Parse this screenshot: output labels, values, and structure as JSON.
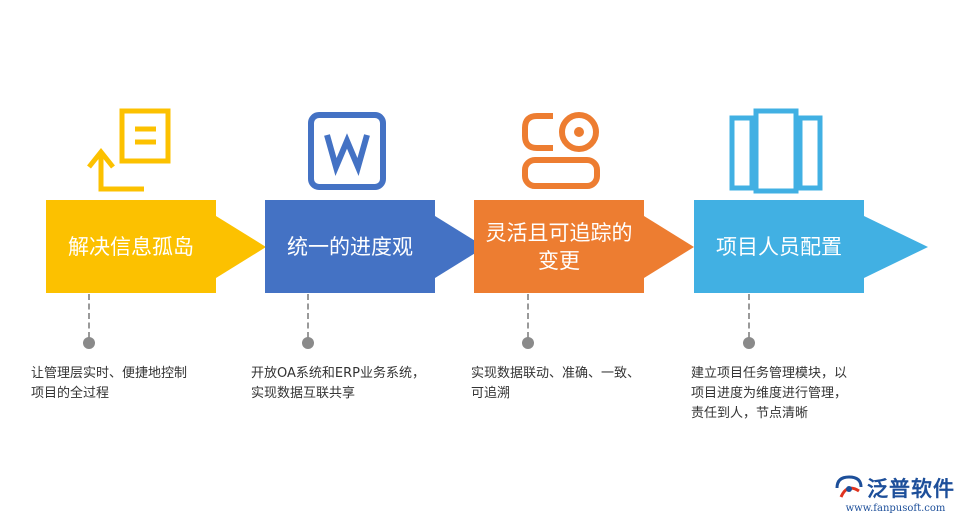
{
  "steps": [
    {
      "title": "解决信息孤岛",
      "icon": "document-return-icon",
      "color": "#FCC100",
      "desc_line1": "让管理层实时、便捷地控制",
      "desc_line2": "项目的全过程",
      "desc_line3": ""
    },
    {
      "title": "统一的进度观",
      "icon": "word-document-icon",
      "color": "#4472C4",
      "desc_line1": "开放OA系统和ERP业务系统，",
      "desc_line2": "实现数据互联共享",
      "desc_line3": ""
    },
    {
      "title": "灵活且可追踪的变更",
      "icon": "toggle-switch-icon",
      "color": "#ED7D31",
      "desc_line1": "实现数据联动、准确、一致、",
      "desc_line2": "可追溯",
      "desc_line3": ""
    },
    {
      "title": "项目人员配置",
      "icon": "columns-panel-icon",
      "color": "#41B0E3",
      "desc_line1": "建立项目任务管理模块，以",
      "desc_line2": "项目进度为维度进行管理，",
      "desc_line3": "责任到人，节点清晰"
    }
  ],
  "logo": {
    "name": "泛普软件",
    "url": "www.fanpusoft.com"
  }
}
